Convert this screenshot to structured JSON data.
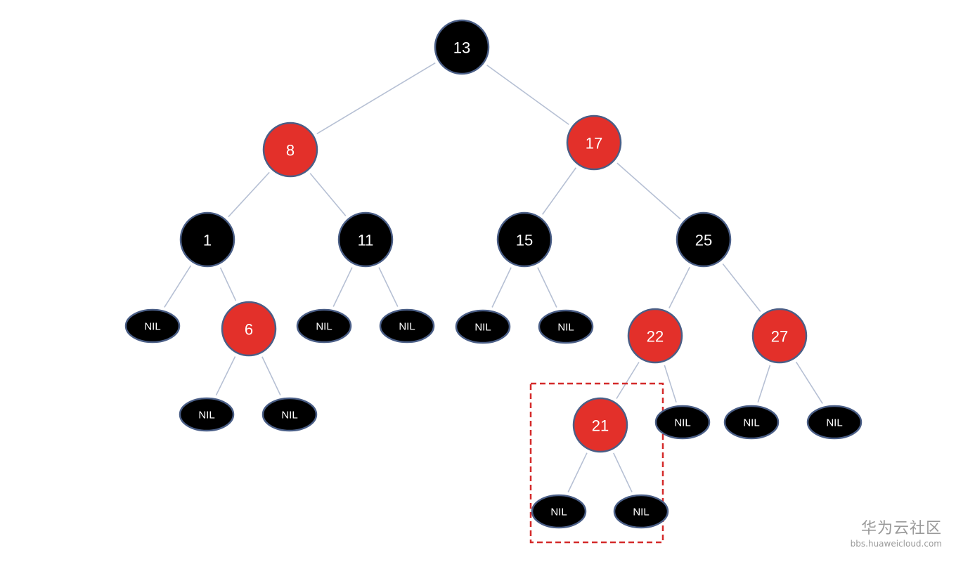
{
  "diagram": {
    "nodes": [
      {
        "id": "n13",
        "label": "13",
        "color": "black"
      },
      {
        "id": "n8",
        "label": "8",
        "color": "red"
      },
      {
        "id": "n17",
        "label": "17",
        "color": "red"
      },
      {
        "id": "n1",
        "label": "1",
        "color": "black"
      },
      {
        "id": "n11",
        "label": "11",
        "color": "black"
      },
      {
        "id": "n15",
        "label": "15",
        "color": "black"
      },
      {
        "id": "n25",
        "label": "25",
        "color": "black"
      },
      {
        "id": "nil1a",
        "label": "NIL",
        "color": "black",
        "nil": true
      },
      {
        "id": "n6",
        "label": "6",
        "color": "red"
      },
      {
        "id": "nil11a",
        "label": "NIL",
        "color": "black",
        "nil": true
      },
      {
        "id": "nil11b",
        "label": "NIL",
        "color": "black",
        "nil": true
      },
      {
        "id": "nil15a",
        "label": "NIL",
        "color": "black",
        "nil": true
      },
      {
        "id": "nil15b",
        "label": "NIL",
        "color": "black",
        "nil": true
      },
      {
        "id": "n22",
        "label": "22",
        "color": "red"
      },
      {
        "id": "n27",
        "label": "27",
        "color": "red"
      },
      {
        "id": "nil6a",
        "label": "NIL",
        "color": "black",
        "nil": true
      },
      {
        "id": "nil6b",
        "label": "NIL",
        "color": "black",
        "nil": true
      },
      {
        "id": "n21",
        "label": "21",
        "color": "red"
      },
      {
        "id": "nil22b",
        "label": "NIL",
        "color": "black",
        "nil": true
      },
      {
        "id": "nil27a",
        "label": "NIL",
        "color": "black",
        "nil": true
      },
      {
        "id": "nil27b",
        "label": "NIL",
        "color": "black",
        "nil": true
      },
      {
        "id": "nil21a",
        "label": "NIL",
        "color": "black",
        "nil": true
      },
      {
        "id": "nil21b",
        "label": "NIL",
        "color": "black",
        "nil": true
      }
    ],
    "edges": [
      [
        "n13",
        "n8"
      ],
      [
        "n13",
        "n17"
      ],
      [
        "n8",
        "n1"
      ],
      [
        "n8",
        "n11"
      ],
      [
        "n17",
        "n15"
      ],
      [
        "n17",
        "n25"
      ],
      [
        "n1",
        "nil1a"
      ],
      [
        "n1",
        "n6"
      ],
      [
        "n11",
        "nil11a"
      ],
      [
        "n11",
        "nil11b"
      ],
      [
        "n15",
        "nil15a"
      ],
      [
        "n15",
        "nil15b"
      ],
      [
        "n25",
        "n22"
      ],
      [
        "n25",
        "n27"
      ],
      [
        "n6",
        "nil6a"
      ],
      [
        "n6",
        "nil6b"
      ],
      [
        "n22",
        "n21"
      ],
      [
        "n22",
        "nil22b"
      ],
      [
        "n27",
        "nil27a"
      ],
      [
        "n27",
        "nil27b"
      ],
      [
        "n21",
        "nil21a"
      ],
      [
        "n21",
        "nil21b"
      ]
    ],
    "highlight": {
      "around": "n21",
      "style": "dashed",
      "color": "#d42a2a"
    },
    "colors": {
      "red_fill": "#e3302a",
      "black_fill": "#000000",
      "node_border": "#4a5e86",
      "edge": "#b6c0d4"
    }
  },
  "watermark": {
    "title": "华为云社区",
    "url": "bbs.huaweicloud.com"
  }
}
